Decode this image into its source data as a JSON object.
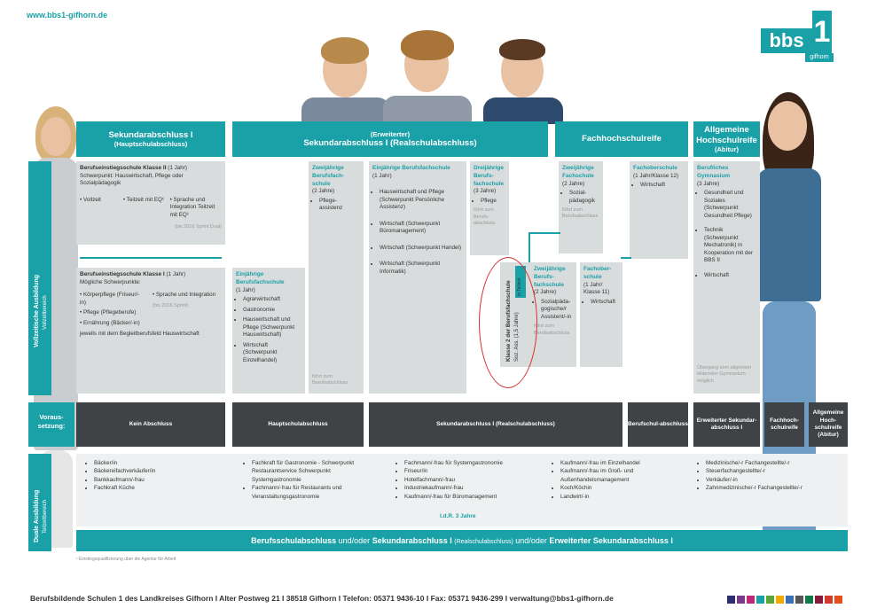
{
  "url": "www.bbs1-gifhorn.de",
  "logo": {
    "main": "bbs",
    "num": "1",
    "sub": "gifhorn"
  },
  "headers": {
    "h1_title": "Sekundarabschluss I",
    "h1_sub": "(Hauptschulabschluss)",
    "h2_pre": "(Erweiterter)",
    "h2_title": "Sekundarabschluss I (Realschulabschluss)",
    "h3_title": "Fachhochschulreife",
    "h4_title": "Allgemeine Hochschulreife",
    "h4_sub": "(Abitur)"
  },
  "side": {
    "voll": "Vollzeitische Ausbildung",
    "voll_sub": "Vollzeitbereich",
    "vor": "Voraus-setzung:",
    "dual": "Duale Ausbildung",
    "dual_sub": "Teilzeitbereich"
  },
  "bes2": {
    "title": "Berufseinstiegsschule Klasse II",
    "title_suffix": "(1 Jahr)",
    "focus": "Schwerpunkt: Hauswirtschaft, Pflege oder Sozialpädagogik",
    "items": [
      "Vollzeit",
      "Teilzeit mit EQ¹",
      "Sprache und Integration Teilzeit mit EQ¹"
    ],
    "note": "(bis 2016 Sprint Dual)"
  },
  "bes1": {
    "title": "Berufseinstiegsschule Klasse I",
    "title_suffix": "(1 Jahr)",
    "focus": "Mögliche Schwerpunkte:",
    "items": [
      "Körperpflege (Friseur/-in)",
      "Pflege (Pflegeberufe)",
      "Ernährung (Bäcker/-in)"
    ],
    "items2": [
      "Sprache und Integration"
    ],
    "note": "(bis 2016 Sprint)",
    "extra": "jeweils mit dem Begleitberufsfeld Hauswirtschaft"
  },
  "ebf": {
    "title": "Einjährige Berufsfachschule",
    "dur": "(1 Jahr)",
    "items": [
      "Agrarwirtschaft",
      "Gastronomie",
      "Hauswirtschaft und Pflege (Schwerpunkt Hauswirtschaft)",
      "Wirtschaft (Schwerpunkt Einzelhandel)"
    ]
  },
  "zbf_pa": {
    "title": "Zweijährige Berufsfach-schule",
    "dur": "(2 Jahre)",
    "items": [
      "Pflege-assistenz"
    ],
    "note": "führt zum Berufsabschluss"
  },
  "ebf2": {
    "title": "Einjährige Berufsfachschule",
    "dur": "(1 Jahr)",
    "items": [
      "Hauswirtschaft und Pflege (Schwerpunkt Persönliche Assistenz)",
      "Wirtschaft (Schwerpunkt Büromanagement)",
      "Wirtschaft (Schwerpunkt Handel)",
      "Wirtschaft (Schwerpunkt Informatik)"
    ]
  },
  "dbf": {
    "title": "Dreijährige Berufs-fachschule",
    "dur": "(3 Jahre)",
    "items": [
      "Pflege"
    ],
    "note": "führt zum Berufs-abschluss"
  },
  "k2": {
    "vertical": "Klasse 2 der Berufsfachschule",
    "vertical_sub": "Soz. Ass. (1,5 Jahre)",
    "badge": "in Teilzeit"
  },
  "zbf_sp": {
    "title": "Zweijährige Berufs-fachschule",
    "dur": "(2 Jahre)",
    "items": [
      "Sozialpäda-gogische/r Assistent/-in"
    ],
    "note": "führt zum Berufsabschluss"
  },
  "zfs": {
    "title": "Zweijährige Fachschule",
    "dur": "(2 Jahre)",
    "items": [
      "Sozial-pädagogik"
    ],
    "note": "führt zum Berufsabschluss"
  },
  "fos11": {
    "title": "Fachober-schule",
    "dur": "(1 Jahr/ Klasse 11)",
    "items": [
      "Wirtschaft"
    ]
  },
  "fos12": {
    "title": "Fachoberschule",
    "dur": "(1 Jahr/Klasse 12)",
    "items": [
      "Wirtschaft"
    ]
  },
  "gym": {
    "title": "Berufliches Gymnasium",
    "dur": "(3 Jahre)",
    "items": [
      "Gesundheit und Soziales (Schwerpunkt Gesundheit Pflege)",
      "Technik (Schwerpunkt Mechatronik) in Kooperation mit der BBS II",
      "Wirtschaft"
    ],
    "note": "Übergang vom allgemein bildenden Gymnasium möglich"
  },
  "prereq": {
    "p1": "Kein Abschluss",
    "p2": "Hauptschulabschluss",
    "p3": "Sekundarabschluss I (Realschulabschluss)",
    "p4": "Berufschul-abschluss",
    "p5": "Erweiterter Sekundar-abschluss I",
    "p6": "Fachhoch-schulreife",
    "p7": "Allgemeine Hoch-schulreife (Abitur)"
  },
  "dual": {
    "c1": [
      "Bäcker/in",
      "Bäckereifachverkäufer/in",
      "Bankkaufmann/-frau",
      "Fachkraft Küche"
    ],
    "c2": [
      "Fachkraft für Gastronomie - Schwerpunkt Restaurantservice Schwerpunkt Systemgastronomie",
      "Fachmann/-frau für Restaurants und Veranstaltungsgastronomie"
    ],
    "c3": [
      "Fachmann/-frau für Systemgastronomie",
      "Friseur/in",
      "Hotelfachmann/-frau",
      "Industriekaufmann/-frau",
      "Kaufmann/-frau für Büromanagement"
    ],
    "c4": [
      "Kaufmann/-frau im Einzelhandel",
      "Kaufmann/-frau im Groß- und Außenhandelsmanagement",
      "Koch/Köchin",
      "Landwirt/-in"
    ],
    "c5": [
      "Medizinische/-r Fachangestellte/-r",
      "Steuerfachangestellte/-r",
      "Verkäufer/-in",
      "Zahnmedizinische/-r Fachangestellte/-r"
    ],
    "duration": "I.d.R. 3 Jahre"
  },
  "band": {
    "a": "Berufsschulabschluss",
    "b": "und/oder",
    "c": "Sekundarabschluss I",
    "d": "(Realschulabschluss)",
    "e": "und/oder",
    "f": "Erweiterter Sekundarabschluss I"
  },
  "footnote": "¹ Einstiegsqualifizierung über die Agentur für Arbeit",
  "footer": "Berufsbildende Schulen 1 des Landkreises Gifhorn  I  Alter Postweg 21  I  38518 Gifhorn  I  Telefon: 05371 9436-10  I  Fax: 05371 9436-299  I  verwaltung@bbs1-gifhorn.de",
  "colors": {
    "teal": "#1aa0a7",
    "dark": "#404346",
    "grey": "#d9dcdd"
  },
  "swatches": [
    "#2c2f6f",
    "#7a3a8c",
    "#c0267a",
    "#1aa0a7",
    "#5aa83b",
    "#f2a900",
    "#3b6fb6",
    "#555555",
    "#0f7a4a",
    "#8a1a3a",
    "#d33a2c",
    "#e84e1b"
  ]
}
